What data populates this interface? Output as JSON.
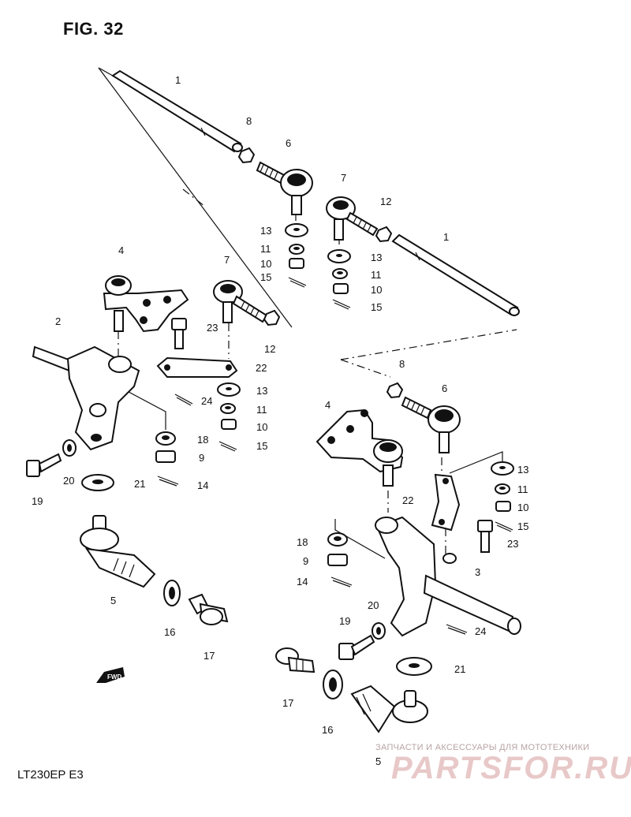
{
  "figure": {
    "title": "FIG. 32",
    "model": "LT230EP  E3",
    "fwd_badge": "FWD"
  },
  "watermark": {
    "tagline": "ЗАПЧАСТИ И АКСЕССУАРЫ ДЛЯ МОТОТЕХНИКИ",
    "logo": "PARTSFOR.RU"
  },
  "callouts": [
    {
      "id": "1a",
      "label": "1"
    },
    {
      "id": "8a",
      "label": "8"
    },
    {
      "id": "6a",
      "label": "6"
    },
    {
      "id": "7a",
      "label": "7"
    },
    {
      "id": "12a",
      "label": "12"
    },
    {
      "id": "13a",
      "label": "13"
    },
    {
      "id": "11a",
      "label": "11"
    },
    {
      "id": "10a",
      "label": "10"
    },
    {
      "id": "15a",
      "label": "15"
    },
    {
      "id": "13b",
      "label": "13"
    },
    {
      "id": "11b",
      "label": "11"
    },
    {
      "id": "10b",
      "label": "10"
    },
    {
      "id": "15b",
      "label": "15"
    },
    {
      "id": "1b",
      "label": "1"
    },
    {
      "id": "4a",
      "label": "4"
    },
    {
      "id": "7b",
      "label": "7"
    },
    {
      "id": "2",
      "label": "2"
    },
    {
      "id": "23a",
      "label": "23"
    },
    {
      "id": "12b",
      "label": "12"
    },
    {
      "id": "22a",
      "label": "22"
    },
    {
      "id": "13c",
      "label": "13"
    },
    {
      "id": "24a",
      "label": "24"
    },
    {
      "id": "11c",
      "label": "11"
    },
    {
      "id": "10c",
      "label": "10"
    },
    {
      "id": "18a",
      "label": "18"
    },
    {
      "id": "15c",
      "label": "15"
    },
    {
      "id": "9a",
      "label": "9"
    },
    {
      "id": "19a",
      "label": "19"
    },
    {
      "id": "20a",
      "label": "20"
    },
    {
      "id": "21a",
      "label": "21"
    },
    {
      "id": "14a",
      "label": "14"
    },
    {
      "id": "8b",
      "label": "8"
    },
    {
      "id": "6b",
      "label": "6"
    },
    {
      "id": "4b",
      "label": "4"
    },
    {
      "id": "13d",
      "label": "13"
    },
    {
      "id": "11d",
      "label": "11"
    },
    {
      "id": "22b",
      "label": "22"
    },
    {
      "id": "10d",
      "label": "10"
    },
    {
      "id": "15d",
      "label": "15"
    },
    {
      "id": "18b",
      "label": "18"
    },
    {
      "id": "23b",
      "label": "23"
    },
    {
      "id": "9b",
      "label": "9"
    },
    {
      "id": "3",
      "label": "3"
    },
    {
      "id": "14b",
      "label": "14"
    },
    {
      "id": "5a",
      "label": "5"
    },
    {
      "id": "20b",
      "label": "20"
    },
    {
      "id": "24b",
      "label": "24"
    },
    {
      "id": "19b",
      "label": "19"
    },
    {
      "id": "16a",
      "label": "16"
    },
    {
      "id": "17a",
      "label": "17"
    },
    {
      "id": "21b",
      "label": "21"
    },
    {
      "id": "17b",
      "label": "17"
    },
    {
      "id": "16b",
      "label": "16"
    },
    {
      "id": "5b",
      "label": "5"
    }
  ]
}
